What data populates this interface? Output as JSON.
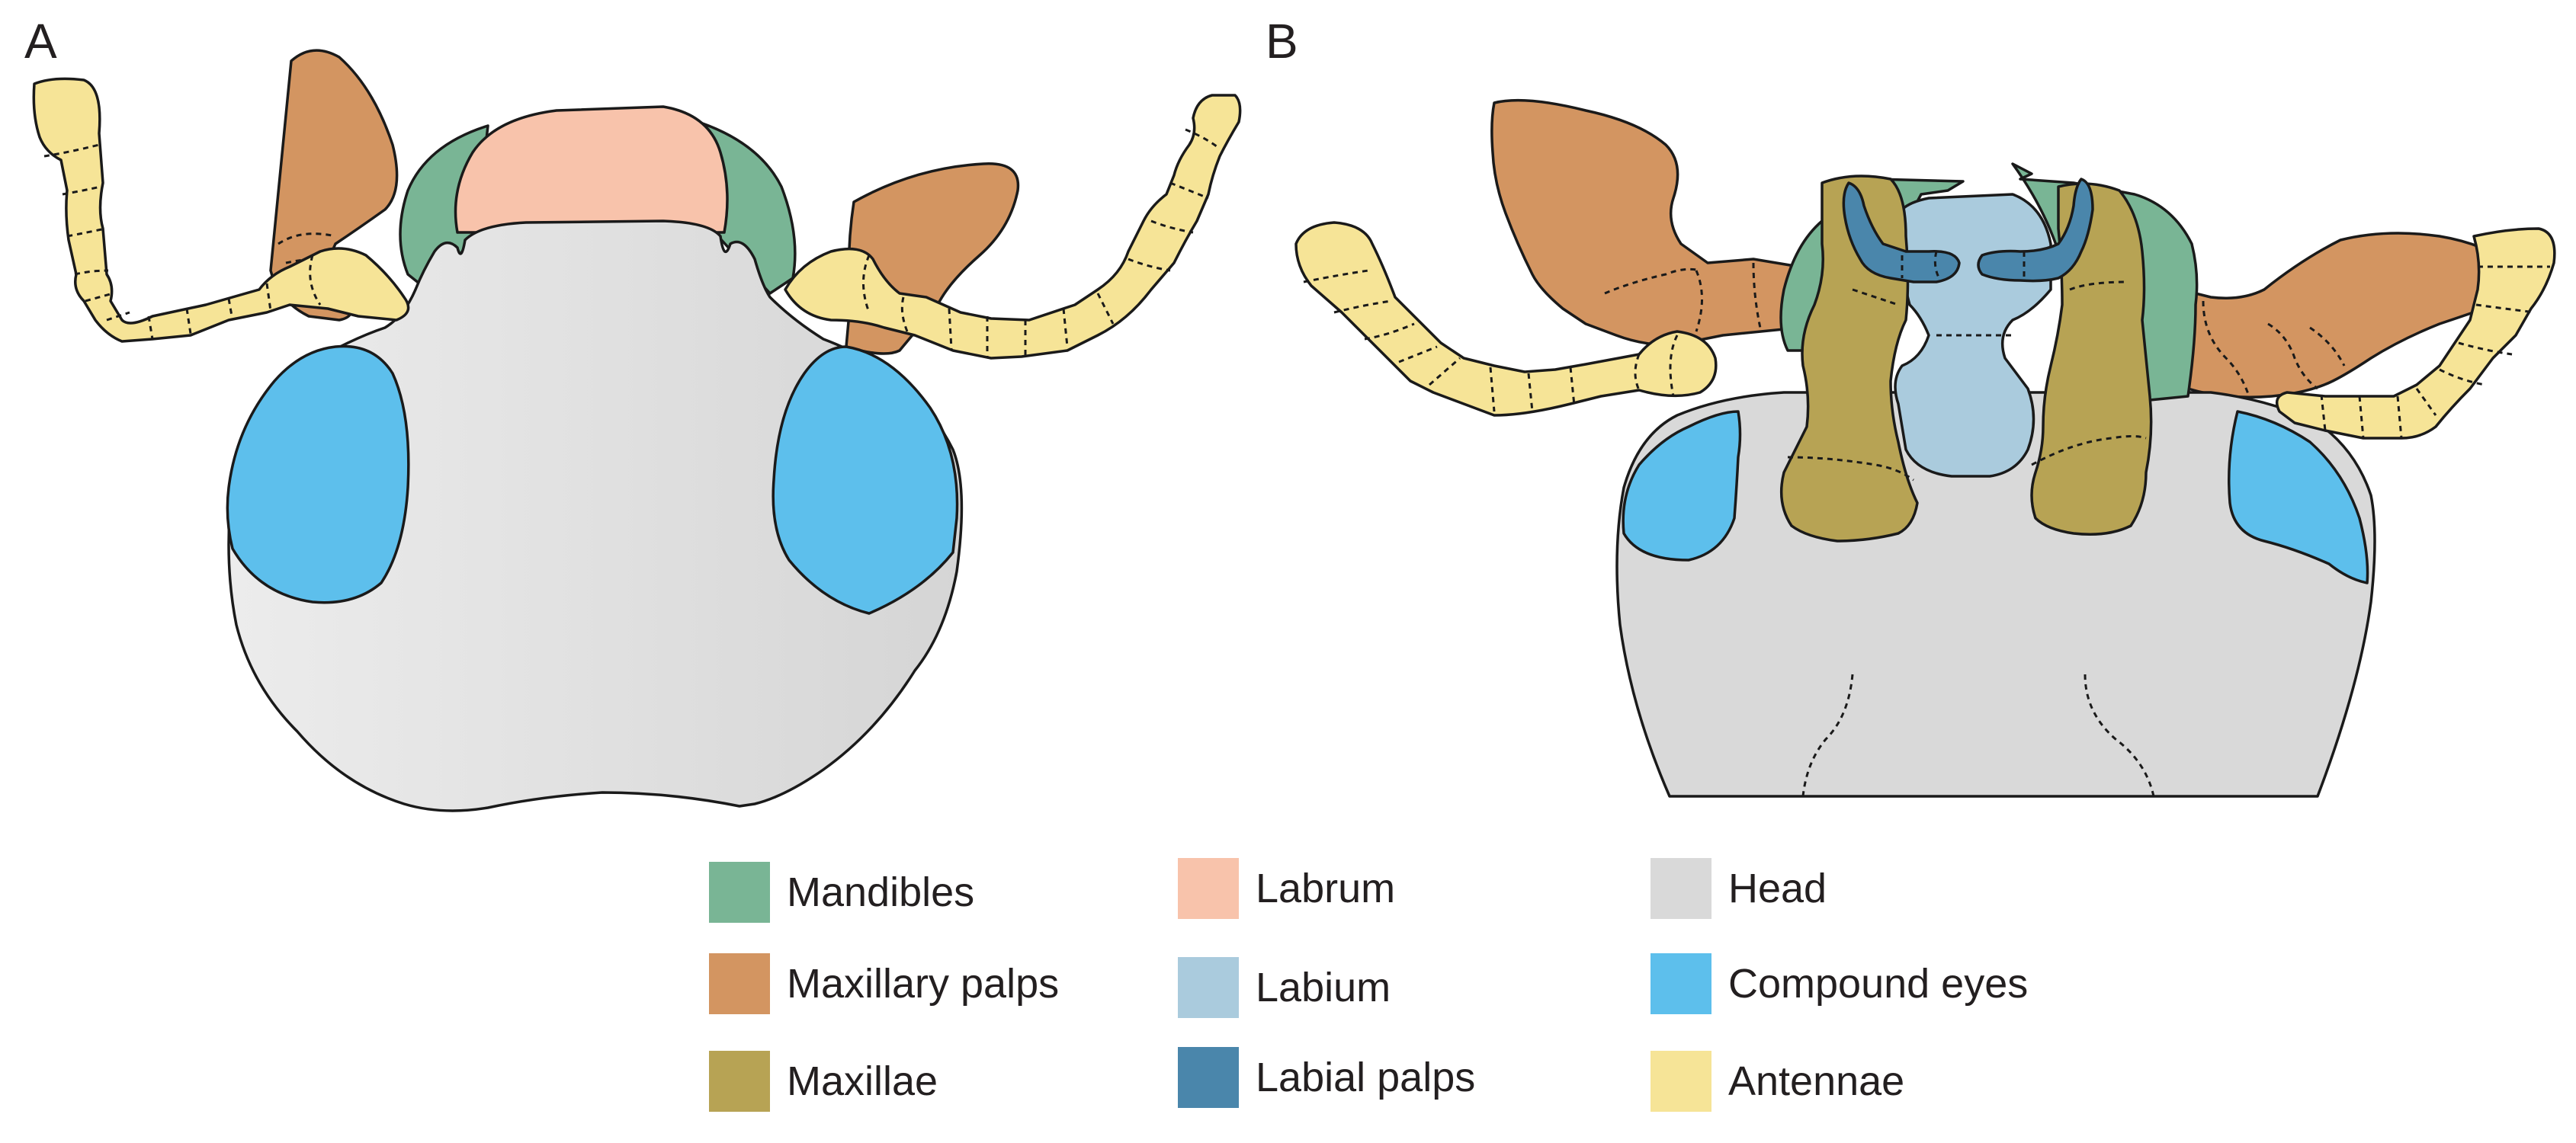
{
  "panels": {
    "a": "A",
    "b": "B"
  },
  "colors": {
    "mandibles": "#79b595",
    "labrum": "#f8c3ab",
    "head": "#d9d9d9",
    "maxillary_palps": "#d39561",
    "labium": "#aacbdd",
    "compound_eyes": "#5dbfec",
    "maxillae": "#b7a354",
    "labial_palps": "#4a86ab",
    "antennae": "#f6e497"
  },
  "legend": [
    {
      "key": "mandibles",
      "label": "Mandibles",
      "color": "#79b595"
    },
    {
      "key": "labrum",
      "label": "Labrum",
      "color": "#f8c3ab"
    },
    {
      "key": "head",
      "label": "Head",
      "color": "#d9d9d9"
    },
    {
      "key": "maxillary_palps",
      "label": "Maxillary palps",
      "color": "#d39561"
    },
    {
      "key": "labium",
      "label": "Labium",
      "color": "#aacbdd"
    },
    {
      "key": "compound_eyes",
      "label": "Compound eyes",
      "color": "#5dbfec"
    },
    {
      "key": "maxillae",
      "label": "Maxillae",
      "color": "#b7a354"
    },
    {
      "key": "labial_palps",
      "label": "Labial palps",
      "color": "#4a86ab"
    },
    {
      "key": "antennae",
      "label": "Antennae",
      "color": "#f6e497"
    }
  ]
}
